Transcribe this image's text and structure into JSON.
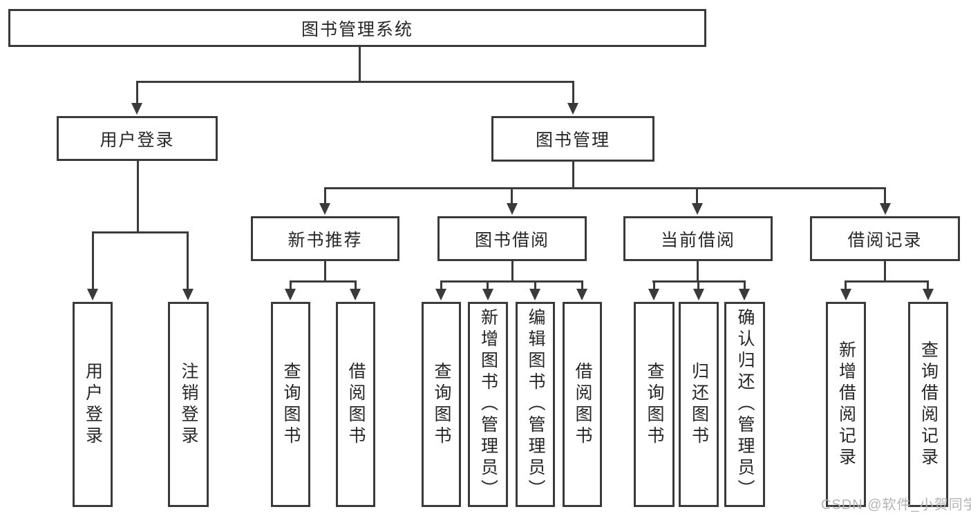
{
  "diagram": {
    "root": {
      "label": "图书管理系统",
      "children": [
        {
          "label": "用户登录",
          "children": [
            {
              "label": "用户登录"
            },
            {
              "label": "注销登录"
            }
          ]
        },
        {
          "label": "图书管理",
          "children": [
            {
              "label": "新书推荐",
              "children": [
                {
                  "label": "查询图书"
                },
                {
                  "label": "借阅图书"
                }
              ]
            },
            {
              "label": "图书借阅",
              "children": [
                {
                  "label": "查询图书"
                },
                {
                  "label": "新增图书（管理员）"
                },
                {
                  "label": "编辑图书（管理员）"
                },
                {
                  "label": "借阅图书"
                }
              ]
            },
            {
              "label": "当前借阅",
              "children": [
                {
                  "label": "查询图书"
                },
                {
                  "label": "归还图书"
                },
                {
                  "label": "确认归还（管理员）"
                }
              ]
            },
            {
              "label": "借阅记录",
              "children": [
                {
                  "label": "新增借阅记录"
                },
                {
                  "label": "查询借阅记录"
                }
              ]
            }
          ]
        }
      ]
    }
  },
  "watermark": {
    "text": "CSDN @软件_小贺同学"
  },
  "colors": {
    "line": "#3a3a3a",
    "text": "#262626",
    "watermark": "#b4b4b4",
    "background": "#ffffff"
  }
}
